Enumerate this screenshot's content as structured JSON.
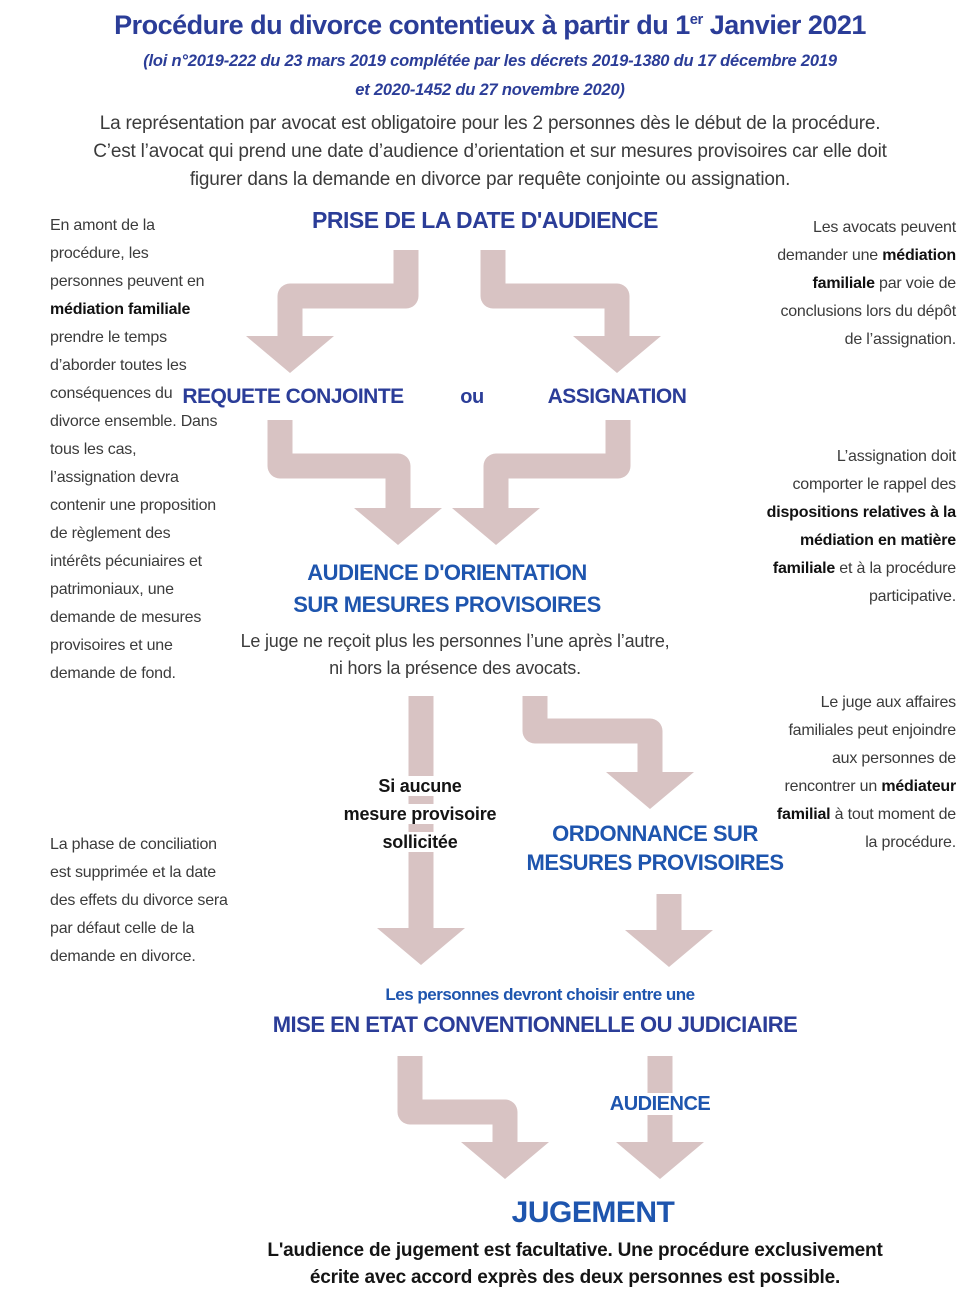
{
  "colors": {
    "heading_indigo": "#2b3d98",
    "heading_blue": "#1e55ae",
    "arrow_pink": "#d8c3c3",
    "body_text": "#3b3b3b",
    "bold_text": "#141414"
  },
  "header": {
    "title_part1": "Procédure du divorce contentieux à partir du  1",
    "title_sup": "er",
    "title_part2": " Janvier 2021",
    "subtitle_line1": "(loi n°2019-222 du 23 mars 2019 complétée par les décrets 2019-1380 du 17 décembre 2019",
    "subtitle_line2": "et 2020-1452 du 27 novembre 2020)",
    "intro_line1": "La représentation par avocat est obligatoire pour les 2 personnes dès le début de la procédure.",
    "intro_line2": "C’est l’avocat qui prend une date d’audience d’orientation et sur mesures provisoires car elle doit",
    "intro_line3": "figurer dans la demande en divorce par requête conjointe ou assignation."
  },
  "left_column": {
    "block1": {
      "seg1": "En amont de la procédure, les personnes peuvent en ",
      "bold1": "médiation familiale",
      "seg2": " prendre le temps d’aborder toutes les conséquences du divorce ensemble. Dans tous les cas, l’assignation devra contenir une proposition de règlement des intérêts pécuniaires et patrimoniaux, une demande de mesures provisoires et une demande de fond."
    },
    "block2": "La phase de conciliation est supprimée et la date des effets du divorce sera par défaut celle de la demande en divorce."
  },
  "right_column": {
    "block1": {
      "seg1": "Les avocats peuvent demander une ",
      "bold1": "médiation familiale",
      "seg2": " par voie de conclusions lors du dépôt de l’assignation."
    },
    "block2": {
      "seg1": "L’assignation doit comporter le rappel des ",
      "bold1": "dispositions relatives à la médiation en matière familiale",
      "seg2": " et à la procédure participative."
    },
    "block3": {
      "seg1": "Le juge aux affaires familiales peut enjoindre aux personnes de rencontrer un ",
      "bold1": "médiateur familial",
      "seg2": " à tout moment de la procédure."
    }
  },
  "flow": {
    "prise": "PRISE DE LA DATE D'AUDIENCE",
    "requete": "REQUETE CONJOINTE",
    "ou": "ou",
    "assignation": "ASSIGNATION",
    "orientation_line1": "AUDIENCE D'ORIENTATION",
    "orientation_line2": "SUR MESURES PROVISOIRES",
    "orientation_note_line1": "Le juge ne reçoit plus les personnes l’une après l’autre,",
    "orientation_note_line2": "ni hors la présence des avocats.",
    "si_aucune_line1": "Si aucune",
    "si_aucune_line2": "mesure provisoire",
    "si_aucune_line3": "sollicitée",
    "ordonnance_line1": "ORDONNANCE SUR",
    "ordonnance_line2": "MESURES PROVISOIRES",
    "choisir": "Les personnes devront choisir entre une",
    "mise_en_etat": "MISE EN ETAT CONVENTIONNELLE OU JUDICIAIRE",
    "audience": "AUDIENCE",
    "jugement": "JUGEMENT",
    "footer_line1": "L'audience de jugement est facultative. Une procédure exclusivement",
    "footer_line2": "écrite avec accord exprès des deux personnes est possible."
  }
}
